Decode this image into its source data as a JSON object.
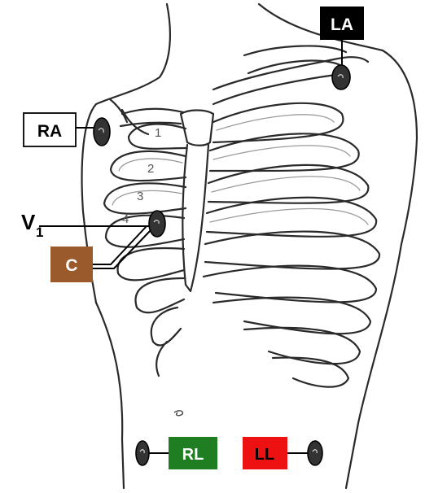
{
  "diagram": {
    "electrodes": [
      {
        "id": "ra",
        "label": "RA",
        "box_fill": "#ffffff",
        "text_color": "#000000"
      },
      {
        "id": "la",
        "label": "LA",
        "box_fill": "#000000",
        "text_color": "#ffffff"
      },
      {
        "id": "c",
        "label": "C",
        "box_fill": "#9a5a2b",
        "text_color": "#ffffff"
      },
      {
        "id": "rl",
        "label": "RL",
        "box_fill": "#1f7d22",
        "text_color": "#ffffff"
      },
      {
        "id": "ll",
        "label": "LL",
        "box_fill": "#ee1111",
        "text_color": "#000000"
      }
    ],
    "v1_label": {
      "main": "V",
      "sub": "1"
    },
    "rib_numbers": [
      "1",
      "2",
      "3",
      "4"
    ]
  }
}
